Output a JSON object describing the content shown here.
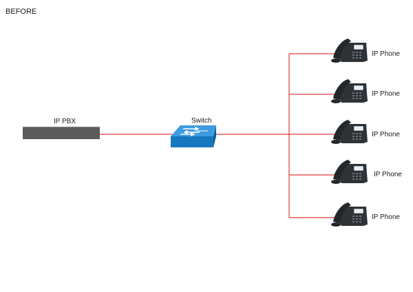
{
  "page": {
    "title": "BEFORE"
  },
  "pbx": {
    "label": "IP PBX",
    "color": "#5a5a5a"
  },
  "switch": {
    "label": "Switch",
    "color": "#1778be"
  },
  "phones": [
    {
      "label": "IP Phone"
    },
    {
      "label": "IP Phone"
    },
    {
      "label": "IP Phone"
    },
    {
      "label": "IP Phone"
    },
    {
      "label": "IP Phone"
    }
  ],
  "link_color": "#e03a3a"
}
